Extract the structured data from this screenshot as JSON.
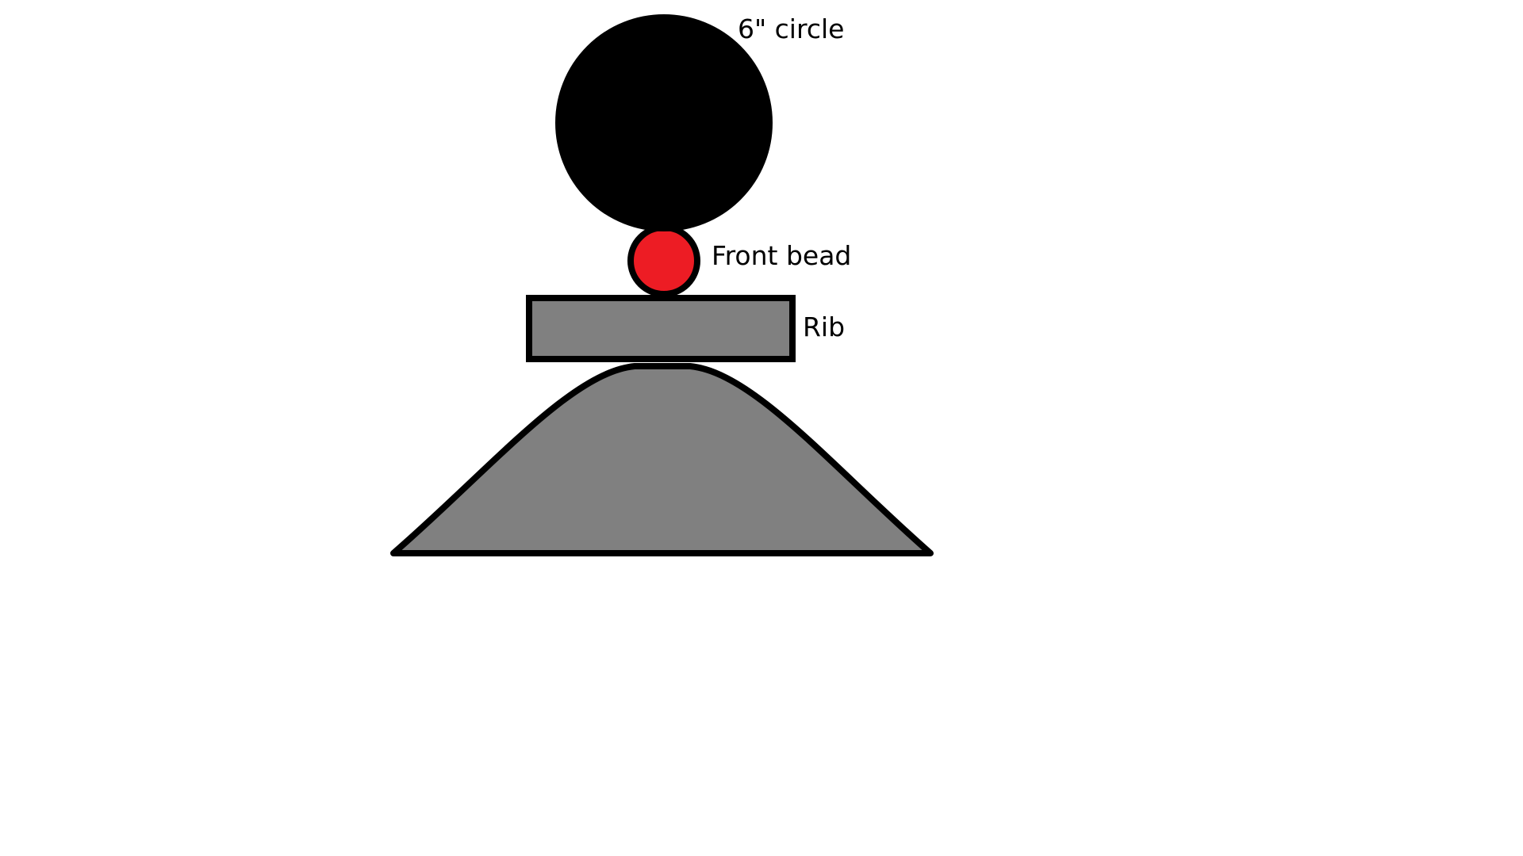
{
  "labels": {
    "circle": "6\" circle",
    "bead": "Front bead",
    "rib": "Rib"
  },
  "colors": {
    "background": "#ffffff",
    "outline": "#000000",
    "circle_fill": "#000000",
    "bead_fill": "#ed1c24",
    "rib_fill": "#808080",
    "barrel_fill": "#808080"
  }
}
